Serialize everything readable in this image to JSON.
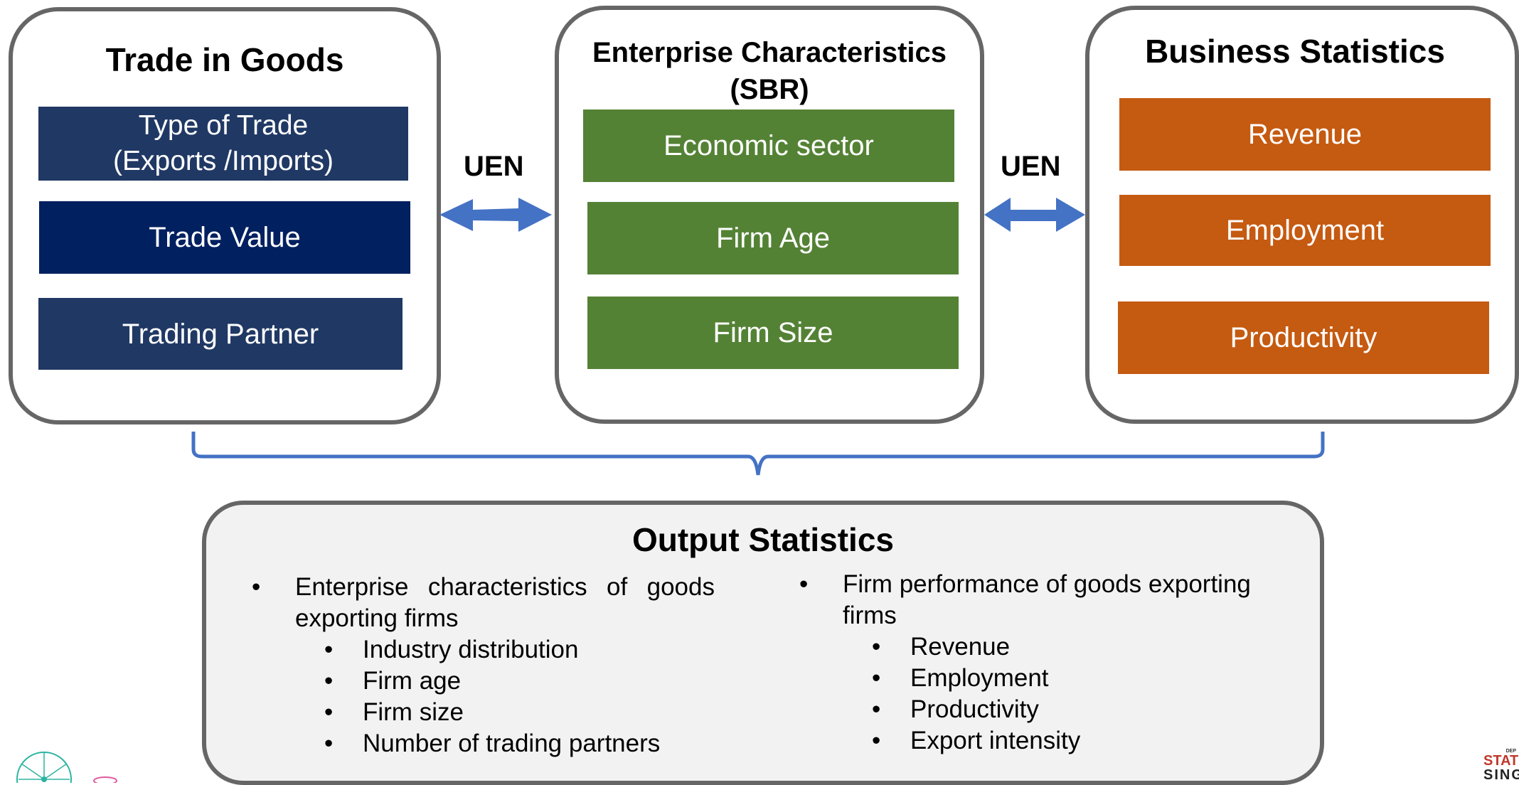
{
  "panels": {
    "trade": {
      "title": "Trade in Goods",
      "items": [
        "Type of Trade\n(Exports /Imports)",
        "Trade Value",
        "Trading Partner"
      ]
    },
    "enterprise": {
      "title": "Enterprise Characteristics\n(SBR)",
      "items": [
        "Economic sector",
        "Firm Age",
        "Firm Size"
      ]
    },
    "business": {
      "title": "Business Statistics",
      "items": [
        "Revenue",
        "Employment",
        "Productivity"
      ]
    }
  },
  "links": {
    "left_label": "UEN",
    "right_label": "UEN"
  },
  "output": {
    "title": "Output Statistics",
    "left": {
      "heading": "Enterprise characteristics of goods exporting firms",
      "items": [
        "Industry distribution",
        "Firm age",
        "Firm size",
        "Number of trading partners"
      ]
    },
    "right": {
      "heading": "Firm performance of goods exporting firms",
      "items": [
        "Revenue",
        "Employment",
        "Productivity",
        "Export intensity"
      ]
    }
  },
  "logo_right": {
    "line1": "DEP",
    "line2": "STAT",
    "line3": "SING"
  },
  "colors": {
    "trade_box": "#203864",
    "trade_value_box": "#002060",
    "enterprise_box": "#548235",
    "business_box": "#c55a11",
    "arrow": "#4472c4",
    "panel_border": "#666666"
  }
}
